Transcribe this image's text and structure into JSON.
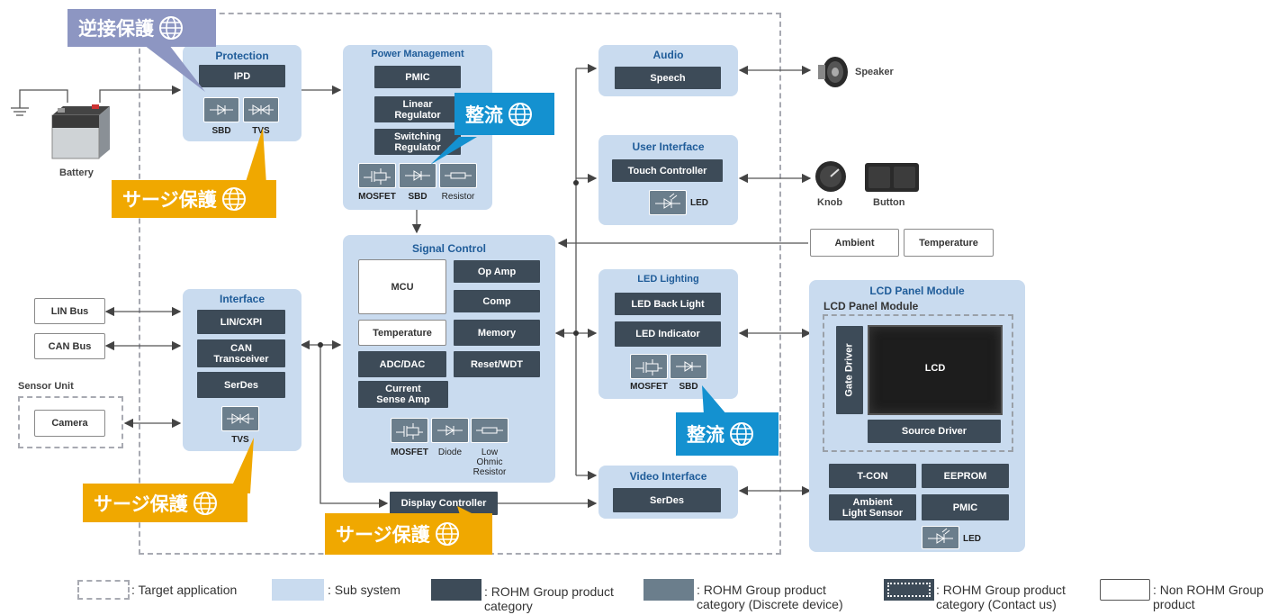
{
  "callouts": {
    "reverse_protection": "逆接保護",
    "surge_protection": "サージ保護",
    "rectification": "整流"
  },
  "battery": {
    "label": "Battery"
  },
  "protection": {
    "title": "Protection",
    "ipd": "IPD",
    "sbd": "SBD",
    "tvs": "TVS"
  },
  "power": {
    "title": "Power Management",
    "pmic": "PMIC",
    "linear": "Linear Regulator",
    "switching": "Switching Regulator",
    "mosfet": "MOSFET",
    "sbd": "SBD",
    "resistor": "Resistor"
  },
  "audio": {
    "title": "Audio",
    "speech": "Speech",
    "speaker": "Speaker"
  },
  "ui": {
    "title": "User Interface",
    "touch": "Touch Controller",
    "led": "LED",
    "knob": "Knob",
    "button": "Button"
  },
  "sensors": {
    "ambient": "Ambient",
    "temperature": "Temperature"
  },
  "signal": {
    "title": "Signal Control",
    "mcu": "MCU",
    "opamp": "Op Amp",
    "comp": "Comp",
    "temperature": "Temperature",
    "memory": "Memory",
    "adc": "ADC/DAC",
    "reset": "Reset/WDT",
    "current": "Current Sense Amp",
    "mosfet": "MOSFET",
    "diode": "Diode",
    "low_ohmic": "Low Ohmic Resistor",
    "display": "Display Controller"
  },
  "led_lighting": {
    "title": "LED Lighting",
    "backlight": "LED Back Light",
    "indicator": "LED Indicator",
    "mosfet": "MOSFET",
    "sbd": "SBD"
  },
  "interface": {
    "title": "Interface",
    "lin": "LIN/CXPI",
    "can": "CAN Transceiver",
    "serdes": "SerDes",
    "tvs": "TVS"
  },
  "external": {
    "lin_bus": "LIN Bus",
    "can_bus": "CAN Bus",
    "sensor_unit": "Sensor Unit",
    "camera": "Camera"
  },
  "video": {
    "title": "Video Interface",
    "serdes": "SerDes"
  },
  "lcd": {
    "title": "LCD Panel Module",
    "inner_title": "LCD Panel Module",
    "gate": "Gate Driver",
    "lcd": "LCD",
    "source": "Source Driver",
    "tcon": "T-CON",
    "eeprom": "EEPROM",
    "ambient_light": "Ambient Light Sensor",
    "pmic": "PMIC",
    "led": "LED"
  },
  "legend": {
    "target": ": Target application",
    "subsystem": ": Sub system",
    "rohm": ": ROHM Group product category",
    "discrete": ": ROHM Group product category (Discrete device)",
    "contact": ": ROHM Group product category (Contact us)",
    "non_rohm": ": Non ROHM Group product"
  },
  "colors": {
    "subsystem": "#c9dbef",
    "rohm": "#3d4b58",
    "discrete": "#6b7e8c",
    "orange": "#f0a800",
    "blue": "#1491d0",
    "purple": "#8d96c2",
    "title_blue": "#1f5c99"
  }
}
